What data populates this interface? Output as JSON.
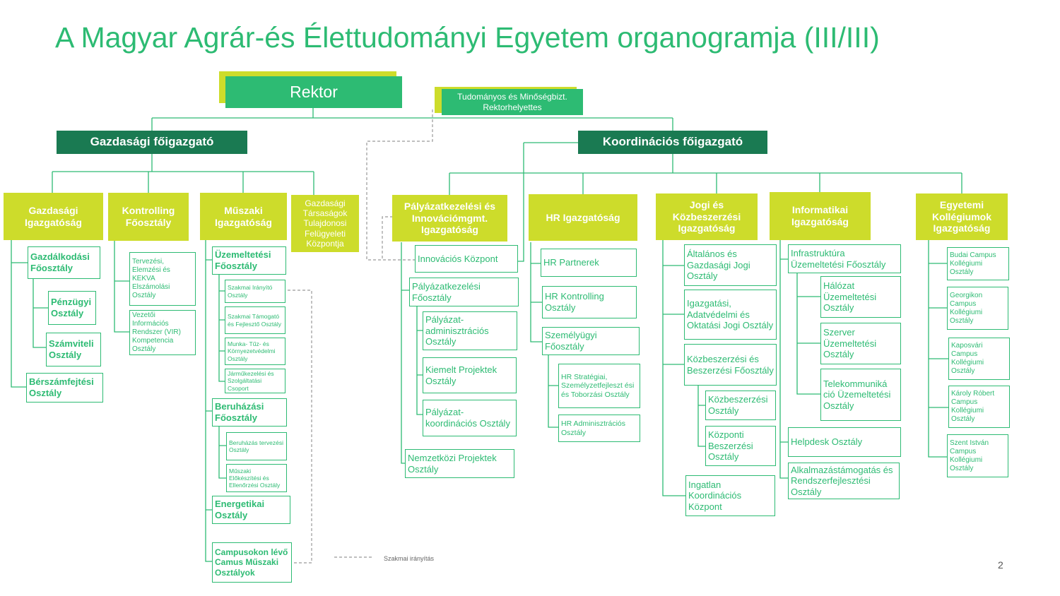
{
  "title": "A Magyar Agrár-és Élettudományi Egyetem organogramja (III/III)",
  "rektor": "Rektor",
  "deputy": {
    "line1": "Tudományos és Minőségbizt.",
    "line2": "Rektorhelyettes"
  },
  "gazdasagi": "Gazdasági főigazgató",
  "koordinacios": "Koordinációs főigazgató",
  "g_heads": [
    "Gazdasági Igazgatóság",
    "Kontrolling Főosztály",
    "Műszaki Igazgatóság",
    "Gazdasági Társaságok Tulajdonosi Felügyeleti Központja"
  ],
  "g1": [
    "Gazdálkodási Főosztály",
    "Pénzügyi Osztály",
    "Számviteli Osztály",
    "Bérszámfejtési Osztály"
  ],
  "g2": [
    "Tervezési, Elemzési és KEKVA Elszámolási Osztály",
    "Vezetői Információs Rendszer (VIR) Kompetencia Osztály"
  ],
  "g3": [
    "Üzemeltetési Főosztály",
    "Szakmai Irányító Osztály",
    "Szakmai Támogató és Fejlesztő Osztály",
    "Munka- Tűz- és Környezetvédelmi Osztály",
    "Járműkezelési és Szolgáltatási Csoport",
    "Beruházási Főosztály",
    "Beruházás tervezési Osztály",
    "Műszaki Előkészítési és Ellenőrzési Osztály",
    "Energetikai Osztály",
    "Campusokon lévő Camus Műszaki Osztályok"
  ],
  "k_heads": [
    "Pályázatkezelési és Innovációmgmt. Igazgatóság",
    "HR Igazgatóság",
    "Jogi és Közbeszerzési Igazgatóság",
    "Informatikai Igazgatóság",
    "Egyetemi Kollégiumok Igazgatóság"
  ],
  "k1": [
    "Innovációs Központ",
    "Pályázatkezelési Főosztály",
    "Pályázat-adminisztrációs Osztály",
    "Kiemelt Projektek Osztály",
    "Pályázat-koordinációs Osztály",
    "Nemzetközi Projektek Osztály"
  ],
  "k2": [
    "HR Partnerek",
    "HR Kontrolling Osztály",
    "Személyügyi Főosztály",
    "HR Stratégiai, Személyzetfejleszt ési és Toborzási Osztály",
    "HR Adminisztrációs Osztály"
  ],
  "k3": [
    "Általános és Gazdasági Jogi Osztály",
    "Igazgatási, Adatvédelmi és Oktatási Jogi Osztály",
    "Közbeszerzési és Beszerzési Főosztály",
    "Közbeszerzési Osztály",
    "Központi Beszerzési Osztály",
    "Ingatlan Koordinációs Központ"
  ],
  "k4": [
    "Infrastruktúra Üzemeltetési Főosztály",
    "Hálózat Üzemeltetési Osztály",
    "Szerver Üzemeltetési Osztály",
    "Telekommuniká ció Üzemeltetési Osztály",
    "Helpdesk Osztály",
    "Alkalmazástámogatás és Rendszerfejlesztési Osztály"
  ],
  "k5": [
    "Budai Campus Kollégiumi Osztály",
    "Georgikon Campus Kollégiumi Osztály",
    "Kaposvári Campus Kollégiumi Osztály",
    "Károly Róbert Campus Kollégiumi Osztály",
    "Szent István Campus Kollégiumi Osztály"
  ],
  "legend": "Szakmai irányítás",
  "page_number": "2",
  "colors": {
    "green": "#2dbb73",
    "dark_green": "#1a7a52",
    "lime": "#cddc2b",
    "dashed": "#999999"
  }
}
